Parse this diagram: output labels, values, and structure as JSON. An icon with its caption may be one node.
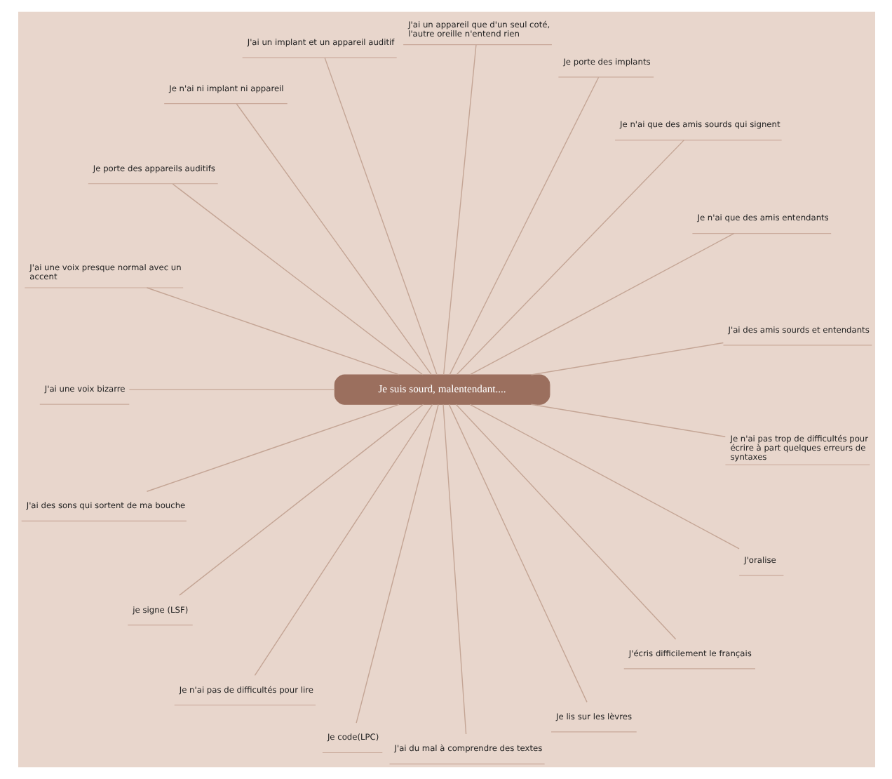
{
  "diagram": {
    "nodes": [
      {
        "text": [
          "Je suis sourd, malentendant...."
        ]
      },
      {
        "text": [
          "J'ai des amis sourds et entendants"
        ]
      },
      {
        "text": [
          "Je n'ai que des amis entendants"
        ]
      },
      {
        "text": [
          "Je n'ai que des amis sourds qui signent"
        ]
      },
      {
        "text": [
          "Je porte des implants"
        ]
      },
      {
        "text": [
          "J'ai un appareil que d'un seul coté, l'autre oreille n'entend rien"
        ]
      },
      {
        "text": [
          "J'ai un implant et un appareil auditif"
        ]
      },
      {
        "text": [
          "Je n'ai ni implant ni appareil"
        ]
      },
      {
        "text": [
          "Je porte des appareils auditifs"
        ]
      },
      {
        "text": [
          "J'ai une voix presque normal avec un accent"
        ]
      },
      {
        "text": [
          "J'ai une voix bizarre"
        ]
      },
      {
        "text": [
          "J'ai des sons qui sortent de ma bouche"
        ]
      },
      {
        "text": [
          "je signe (LSF)"
        ]
      },
      {
        "text": [
          "Je n'ai pas de difficultés pour lire"
        ]
      },
      {
        "text": [
          "Je code(LPC)"
        ]
      },
      {
        "text": [
          "J'ai du mal à comprendre des textes"
        ]
      },
      {
        "text": [
          "Je lis sur les lèvres"
        ]
      },
      {
        "text": [
          "J'écris difficilement le français"
        ]
      },
      {
        "text": [
          "J'oralise"
        ]
      },
      {
        "text": [
          "Je n'ai pas trop de difficultés pour écrire à part quelques erreurs de syntaxes"
        ]
      }
    ],
    "edges": [
      {
        "from": 0,
        "to": 1,
        "arrow": "none"
      },
      {
        "from": 0,
        "to": 2,
        "arrow": "none"
      },
      {
        "from": 0,
        "to": 3,
        "arrow": "none"
      },
      {
        "from": 0,
        "to": 4,
        "arrow": "none"
      },
      {
        "from": 0,
        "to": 5,
        "arrow": "none"
      },
      {
        "from": 0,
        "to": 6,
        "arrow": "none"
      },
      {
        "from": 0,
        "to": 7,
        "arrow": "none"
      },
      {
        "from": 0,
        "to": 8,
        "arrow": "none"
      },
      {
        "from": 0,
        "to": 9,
        "arrow": "none"
      },
      {
        "from": 0,
        "to": 10,
        "arrow": "none"
      },
      {
        "from": 0,
        "to": 11,
        "arrow": "none"
      },
      {
        "from": 0,
        "to": 12,
        "arrow": "none"
      },
      {
        "from": 0,
        "to": 13,
        "arrow": "none"
      },
      {
        "from": 0,
        "to": 14,
        "arrow": "none"
      },
      {
        "from": 0,
        "to": 15,
        "arrow": "none"
      },
      {
        "from": 0,
        "to": 16,
        "arrow": "none"
      },
      {
        "from": 0,
        "to": 17,
        "arrow": "none"
      },
      {
        "from": 0,
        "to": 18,
        "arrow": "none"
      },
      {
        "from": 0,
        "to": 19,
        "arrow": "none"
      }
    ]
  }
}
